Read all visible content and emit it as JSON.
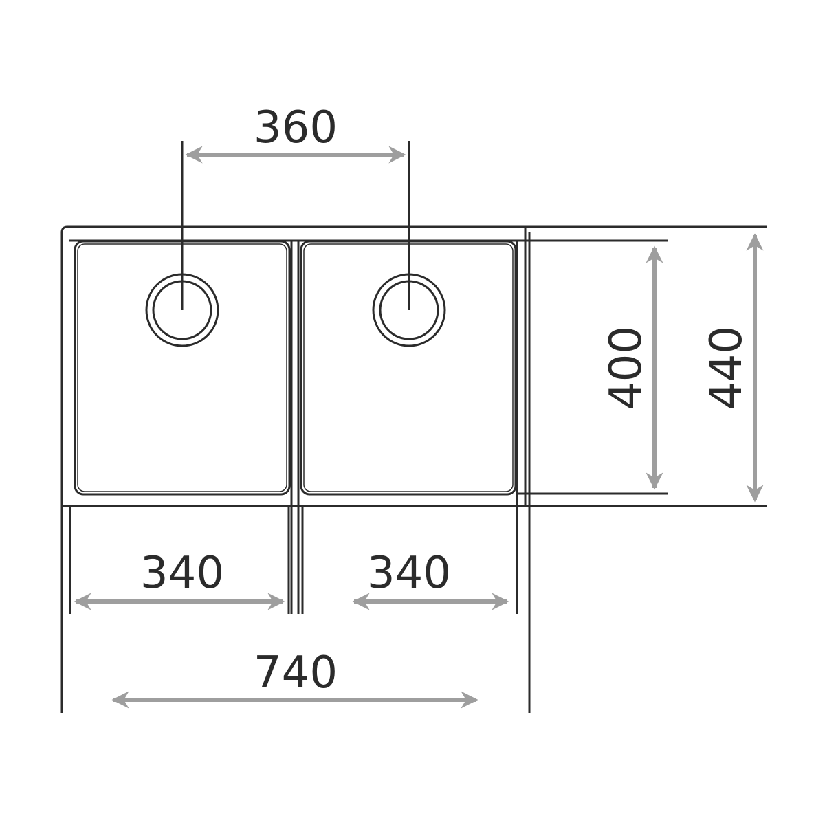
{
  "dimensions": {
    "drain_spacing": "360",
    "left_bowl_width": "340",
    "right_bowl_width": "340",
    "total_width": "740",
    "bowl_depth": "400",
    "total_depth": "440"
  },
  "colors": {
    "outline": "#2b2b2b",
    "dimension_arrow": "#9e9e9e",
    "text": "#2b2b2b",
    "background": "#ffffff"
  }
}
